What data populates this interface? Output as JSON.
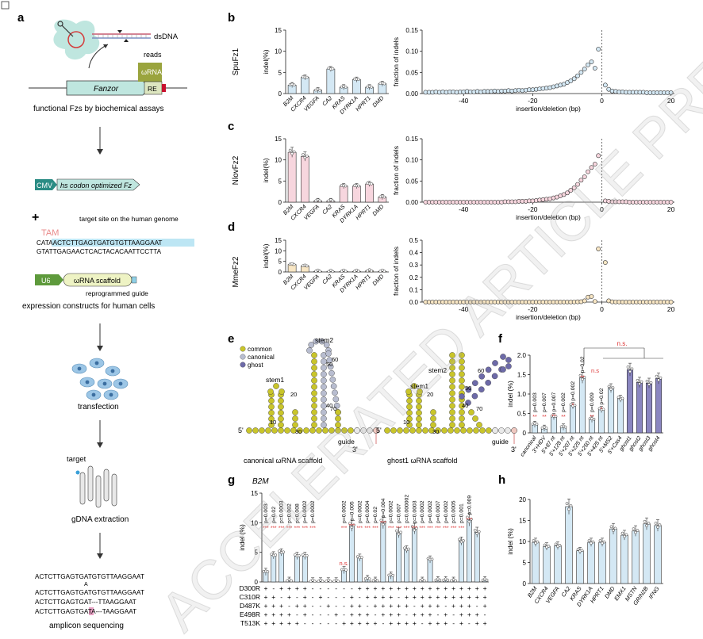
{
  "panel_letters": [
    "a",
    "b",
    "c",
    "d",
    "e",
    "f",
    "g",
    "h"
  ],
  "watermark": "ACCELERATED ARTICLE PREVIEW",
  "panel_a": {
    "labels": {
      "dsDNA": "dsDNA",
      "reads": "reads",
      "fanzor": "Fanzor",
      "omega_rna": "ωRNA",
      "re": "RE",
      "caption1": "functional Fzs by biochemical assays",
      "cmv": "CMV",
      "hs_codon": "hs codon optimized Fz",
      "plus": "+",
      "target_site": "target site on the human genome",
      "tam": "TAM",
      "u6": "U6",
      "scaffold": "ωRNA scaffold",
      "reprogrammed": "reprogrammed guide",
      "caption2": "expression constructs for human cells",
      "transfection": "transfection",
      "target": "target",
      "gdna": "gDNA extraction",
      "amplicon": "amplicon sequencing"
    },
    "seq_top": "CATAACTCTTGAGTGATGTGTTAAGGAAT",
    "seq_bottom": "GTATTGAGAACTCACTACACAATTCCTTA",
    "amplicon_reads": [
      "ACTCTTGAGTGATGTGTTAAGGAAT",
      "ACTCTTGAGTGATGTGTTAAGGAAT",
      "ACTCTTGAGTGAT---TTAAGGAAT",
      "ACTCTTGAGTGATA---TAAGGAAT"
    ],
    "insert_mark": "A"
  },
  "genes": [
    "B2M",
    "CXCR4",
    "VEGFA",
    "CA2",
    "KRAS",
    "DYRK1A",
    "HPRT1",
    "DMD"
  ],
  "indel_axis": {
    "ylabel": "indel(%)"
  },
  "dist_axis": {
    "ylabel": "fraction of indels",
    "xlabel": "insertion/deletion (bp)",
    "xticks": [
      "-40",
      "-20",
      "0",
      "20"
    ]
  },
  "panel_b": {
    "name": "SpuFz1",
    "color": "#d4e8f4",
    "dot_color": "#d4e8f4",
    "chart_data": {
      "type": "bar",
      "categories": [
        "B2M",
        "CXCR4",
        "VEGFA",
        "CA2",
        "KRAS",
        "DYRK1A",
        "HPRT1",
        "DMD"
      ],
      "values": [
        2,
        3.8,
        0.8,
        5.8,
        1.5,
        3.3,
        1.5,
        2.3
      ],
      "ylim": [
        0,
        15
      ],
      "yticks": [
        "0",
        "5",
        "10",
        "15"
      ]
    },
    "dist": {
      "type": "scatter",
      "ylim": [
        0,
        0.15
      ],
      "yticks": [
        "0.00",
        "0.05",
        "0.10",
        "0.15"
      ],
      "x": [
        -51,
        -50,
        -49,
        -48,
        -47,
        -46,
        -45,
        -44,
        -43,
        -42,
        -41,
        -40,
        -39,
        -38,
        -37,
        -36,
        -35,
        -34,
        -33,
        -32,
        -31,
        -30,
        -29,
        -28,
        -27,
        -26,
        -25,
        -24,
        -23,
        -22,
        -21,
        -20,
        -19,
        -18,
        -17,
        -16,
        -15,
        -14,
        -13,
        -12,
        -11,
        -10,
        -9,
        -8,
        -7,
        -6,
        -5,
        -4,
        -3,
        -2,
        -1,
        1,
        2,
        3,
        4,
        5,
        6,
        7,
        8,
        9,
        10,
        11,
        12,
        13,
        14,
        15,
        16,
        17,
        18,
        19,
        20
      ],
      "y": [
        0.003,
        0.003,
        0.003,
        0.004,
        0.003,
        0.004,
        0.003,
        0.004,
        0.004,
        0.003,
        0.004,
        0.004,
        0.005,
        0.004,
        0.004,
        0.005,
        0.004,
        0.005,
        0.005,
        0.005,
        0.006,
        0.005,
        0.006,
        0.006,
        0.007,
        0.006,
        0.007,
        0.008,
        0.007,
        0.008,
        0.009,
        0.009,
        0.01,
        0.011,
        0.012,
        0.013,
        0.014,
        0.016,
        0.018,
        0.02,
        0.022,
        0.026,
        0.03,
        0.035,
        0.042,
        0.05,
        0.058,
        0.068,
        0.075,
        0.06,
        0.105,
        0.02,
        0.01,
        0.006,
        0.005,
        0.004,
        0.004,
        0.003,
        0.003,
        0.003,
        0.003,
        0.003,
        0.003,
        0.002,
        0.002,
        0.002,
        0.002,
        0.002,
        0.002,
        0.002,
        0.002
      ]
    }
  },
  "panel_c": {
    "name": "NlovFz2",
    "color": "#f7d6de",
    "chart_data": {
      "type": "bar",
      "categories": [
        "B2M",
        "CXCR4",
        "VEGFA",
        "CA2",
        "KRAS",
        "DYRK1A",
        "HPRT1",
        "DMD"
      ],
      "values": [
        11.8,
        10.8,
        0.3,
        0.3,
        3.8,
        3.8,
        4.3,
        1.2
      ],
      "ylim": [
        0,
        15
      ],
      "yticks": [
        "0",
        "5",
        "10",
        "15"
      ]
    },
    "dist": {
      "type": "scatter",
      "ylim": [
        0,
        0.15
      ],
      "yticks": [
        "0.00",
        "0.05",
        "0.10",
        "0.15"
      ],
      "x": [
        -51,
        -50,
        -49,
        -48,
        -47,
        -46,
        -45,
        -44,
        -43,
        -42,
        -41,
        -40,
        -39,
        -38,
        -37,
        -36,
        -35,
        -34,
        -33,
        -32,
        -31,
        -30,
        -29,
        -28,
        -27,
        -26,
        -25,
        -24,
        -23,
        -22,
        -21,
        -20,
        -19,
        -18,
        -17,
        -16,
        -15,
        -14,
        -13,
        -12,
        -11,
        -10,
        -9,
        -8,
        -7,
        -6,
        -5,
        -4,
        -3,
        -2,
        -1,
        1,
        2,
        3,
        4,
        5,
        6,
        7,
        8,
        9,
        10,
        11,
        12,
        13,
        14,
        15,
        16,
        17,
        18,
        19,
        20
      ],
      "y": [
        0,
        0,
        0,
        0,
        0,
        0,
        0,
        0,
        0,
        0,
        0,
        0,
        0,
        0,
        0,
        0,
        0,
        0,
        0,
        0,
        0,
        0,
        0,
        0.001,
        0.001,
        0.001,
        0.001,
        0.002,
        0.002,
        0.002,
        0.003,
        0.003,
        0.004,
        0.005,
        0.006,
        0.007,
        0.008,
        0.01,
        0.012,
        0.015,
        0.018,
        0.022,
        0.028,
        0.034,
        0.042,
        0.052,
        0.06,
        0.072,
        0.082,
        0.09,
        0.11,
        0.003,
        0.002,
        0.001,
        0.001,
        0.001,
        0.001,
        0.001,
        0,
        0,
        0,
        0,
        0,
        0,
        0,
        0,
        0,
        0,
        0,
        0,
        0
      ]
    }
  },
  "panel_d": {
    "name": "MmeFz2",
    "color": "#f8e6c4",
    "chart_data": {
      "type": "bar",
      "categories": [
        "B2M",
        "CXCR4",
        "VEGFA",
        "CA2",
        "KRAS",
        "DYRK1A",
        "HPRT1",
        "DMD"
      ],
      "values": [
        3.5,
        2.8,
        0.3,
        0.2,
        0.3,
        0.3,
        0.5,
        0.3
      ],
      "ylim": [
        0,
        15
      ],
      "yticks": [
        "0",
        "5",
        "10",
        "15"
      ]
    },
    "dist": {
      "type": "scatter",
      "ylim": [
        0,
        0.5
      ],
      "yticks": [
        "0.0",
        "0.1",
        "0.2",
        "0.3",
        "0.4",
        "0.5"
      ],
      "x": [
        -51,
        -50,
        -49,
        -48,
        -47,
        -46,
        -45,
        -44,
        -43,
        -42,
        -41,
        -40,
        -39,
        -38,
        -37,
        -36,
        -35,
        -34,
        -33,
        -32,
        -31,
        -30,
        -29,
        -28,
        -27,
        -26,
        -25,
        -24,
        -23,
        -22,
        -21,
        -20,
        -19,
        -18,
        -17,
        -16,
        -15,
        -14,
        -13,
        -12,
        -11,
        -10,
        -9,
        -8,
        -7,
        -6,
        -5,
        -4,
        -3,
        -2,
        -1,
        1,
        2,
        3,
        4,
        5,
        6,
        7,
        8,
        9,
        10,
        11,
        12,
        13,
        14,
        15,
        16,
        17,
        18,
        19,
        20
      ],
      "y": [
        0,
        0,
        0,
        0,
        0,
        0,
        0,
        0,
        0,
        0,
        0,
        0,
        0,
        0,
        0,
        0,
        0,
        0,
        0,
        0,
        0,
        0,
        0,
        0,
        0,
        0,
        0,
        0,
        0,
        0,
        0,
        0,
        0,
        0,
        0,
        0,
        0,
        0,
        0,
        0,
        0,
        0,
        0,
        0.001,
        0.002,
        0.003,
        0.01,
        0.04,
        0.045,
        0.005,
        0.43,
        0.32,
        0.01,
        0.002,
        0.001,
        0.001,
        0,
        0,
        0,
        0,
        0,
        0,
        0,
        0,
        0,
        0,
        0,
        0,
        0,
        0,
        0
      ]
    }
  },
  "panel_e": {
    "legend": [
      "common",
      "canonical",
      "ghost"
    ],
    "legend_colors": [
      "#c9c52a",
      "#b8bdd0",
      "#6d6aa8"
    ],
    "left_caption": "canonical ωRNA scaffold",
    "right_caption": "ghost1 ωRNA scaffold",
    "stem1": "stem1",
    "stem2": "stem2",
    "guide": "guide",
    "five": "5'",
    "three": "3'",
    "nums_left": [
      "10",
      "20",
      "30",
      "40",
      "50",
      "60",
      "70"
    ],
    "nums_right": [
      "10",
      "20",
      "30",
      "40",
      "50",
      "60",
      "70"
    ]
  },
  "panel_f": {
    "ylabel": "indel (%)",
    "ns": "n.s.",
    "ns2": "n.s",
    "chart_data": {
      "type": "bar",
      "categories": [
        "canonical",
        "3'+HDV",
        "5'+87 nt",
        "5'+128 nt",
        "5'+207 nt",
        "5'+225 nt",
        "5'+250 nt",
        "5'+425 nt",
        "5'+MS2",
        "5'+Cas4",
        "ghost1",
        "ghost2",
        "ghost3",
        "ghost4"
      ],
      "values": [
        0.22,
        0.12,
        0.42,
        0.15,
        0.7,
        1.42,
        0.35,
        0.6,
        1.15,
        0.88,
        1.63,
        1.3,
        1.28,
        1.4
      ],
      "colors": [
        "#d4e8f4",
        "#d4e8f4",
        "#d4e8f4",
        "#d4e8f4",
        "#d4e8f4",
        "#d4e8f4",
        "#d4e8f4",
        "#d4e8f4",
        "#d4e8f4",
        "#d4e8f4",
        "#8a86c0",
        "#8a86c0",
        "#8a86c0",
        "#8a86c0"
      ],
      "ylim": [
        0,
        2.0
      ],
      "yticks": [
        "0",
        "0.5",
        "1.0",
        "1.5",
        "2.0"
      ],
      "pvalues": [
        "p=0.003",
        "p=0.007",
        "p=0.007",
        "p=0.002",
        "p=0.002",
        "p=0.02",
        "p=0.009",
        "p=0.02",
        "",
        ""
      ],
      "stars": [
        "**",
        "**",
        "**",
        "**",
        "*",
        "**",
        "**",
        "*",
        "",
        ""
      ]
    }
  },
  "panel_g": {
    "title": "B2M",
    "ylabel": "indel (%)",
    "ns": "n.s.",
    "chart_data": {
      "type": "bar",
      "ylim": [
        0,
        15
      ],
      "yticks": [
        "0",
        "5",
        "10",
        "15"
      ],
      "values": [
        1.7,
        4.5,
        5.0,
        0.2,
        4.4,
        4.4,
        0.1,
        0.1,
        0.1,
        0.1,
        2.0,
        9.5,
        4.1,
        0.5,
        0.2,
        10.0,
        1.1,
        8.3,
        5.5,
        9.0,
        0.2,
        3.8,
        0.3,
        0.3,
        0.2,
        6.9,
        10.5,
        8.4,
        0.3
      ],
      "pvalues": [
        "p=0.003",
        "p=0.02",
        "p=0.0003",
        "p=0.002",
        "p=0.008",
        "p=0.0002",
        "p=0.0002",
        "",
        "",
        "",
        "p=0.0002",
        "p=0.005",
        "p=0.0002",
        "p=0.0004",
        "p=0.02",
        "p=0.004",
        "p=0.0002",
        "p=0.007",
        "p=0.000002",
        "p=0.0003",
        "p=0.0002",
        "p=0.0002",
        "p=0.0007",
        "p=0.0002",
        "p=0.0005",
        "p=0.001",
        "p=0.009"
      ]
    },
    "mutants": [
      "D300R",
      "C310R",
      "D487K",
      "E498R",
      "T513K"
    ],
    "signs": [
      [
        "+",
        "-",
        "+",
        "+",
        "+",
        "+",
        "-",
        "-",
        "-",
        "-",
        "-",
        "-",
        "+",
        "+",
        "+",
        "+",
        "+",
        "+",
        "+",
        "+",
        "+",
        "+",
        "+",
        "+",
        "+",
        "+",
        "+",
        "+",
        "+"
      ],
      [
        "+",
        "+",
        "-",
        "+",
        "-",
        "+",
        "-",
        "+",
        "-",
        "-",
        "-",
        "+",
        "-",
        "+",
        "+",
        "+",
        "+",
        "-",
        "+",
        "+",
        "+",
        "+",
        "+",
        "+",
        "+",
        "+",
        "+",
        "+",
        "+"
      ],
      [
        "+",
        "+",
        "+",
        "-",
        "+",
        "+",
        "-",
        "-",
        "+",
        "-",
        "-",
        "+",
        "+",
        "-",
        "+",
        "+",
        "+",
        "+",
        "+",
        "-",
        "+",
        "+",
        "+",
        "-",
        "+",
        "+",
        "+",
        "-",
        "+"
      ],
      [
        "+",
        "+",
        "+",
        "+",
        "-",
        "+",
        "-",
        "-",
        "-",
        "+",
        "-",
        "+",
        "+",
        "+",
        "-",
        "+",
        "+",
        "+",
        "-",
        "+",
        "+",
        "+",
        "-",
        "+",
        "-",
        "+",
        "+",
        "+",
        "-"
      ],
      [
        "+",
        "+",
        "+",
        "+",
        "+",
        "-",
        "-",
        "-",
        "-",
        "-",
        "+",
        "+",
        "+",
        "+",
        "+",
        "-",
        "+",
        "+",
        "+",
        "+",
        "-",
        "+",
        "+",
        "+",
        "-",
        "+",
        "-",
        "+",
        "+"
      ]
    ]
  },
  "panel_h": {
    "ylabel": "indel (%)",
    "chart_data": {
      "type": "bar",
      "categories": [
        "B2M",
        "CXCR4",
        "VEGFA",
        "CA2",
        "KRAS",
        "DYRK1A",
        "HPRT1",
        "DMD",
        "EMX1",
        "MSTN",
        "GRIN2B",
        "IFNG"
      ],
      "values": [
        9.8,
        8.8,
        9.0,
        18.3,
        7.8,
        9.8,
        9.8,
        13.0,
        11.5,
        12.5,
        14.2,
        13.8
      ],
      "ylim": [
        0,
        20
      ],
      "yticks": [
        "0",
        "5",
        "10",
        "15",
        "20"
      ]
    }
  }
}
